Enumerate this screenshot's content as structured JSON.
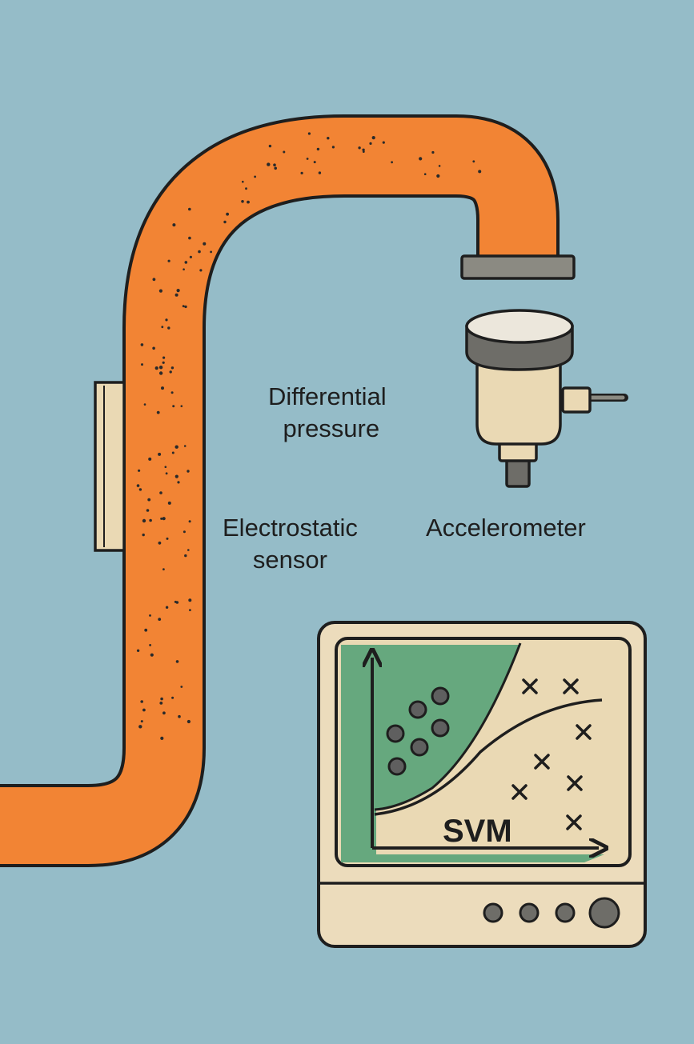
{
  "labels": {
    "differential_pressure": [
      "Differential",
      "pressure"
    ],
    "electrostatic_sensor": [
      "Electrostatic",
      "sensor"
    ],
    "accelerometer": "Accelerometer",
    "svm": "SVM"
  },
  "colors": {
    "background": "#95bcc8",
    "pipe": "#f28434",
    "outline": "#1e1e1e",
    "sensor_body": "#ead9b4",
    "flange": "#8b8a82",
    "monitor_body": "#ecdcbc",
    "class_region": "#66a87e",
    "circle_marker": "#5f5f5f"
  },
  "icons": {
    "pipe": "bent-pipe-icon",
    "flange": "pipe-flange-icon",
    "accelerometer": "accelerometer-sensor-icon",
    "electrostatic": "electrostatic-sensor-plate-icon",
    "monitor": "monitor-icon",
    "buttons": "round-button-icon"
  }
}
